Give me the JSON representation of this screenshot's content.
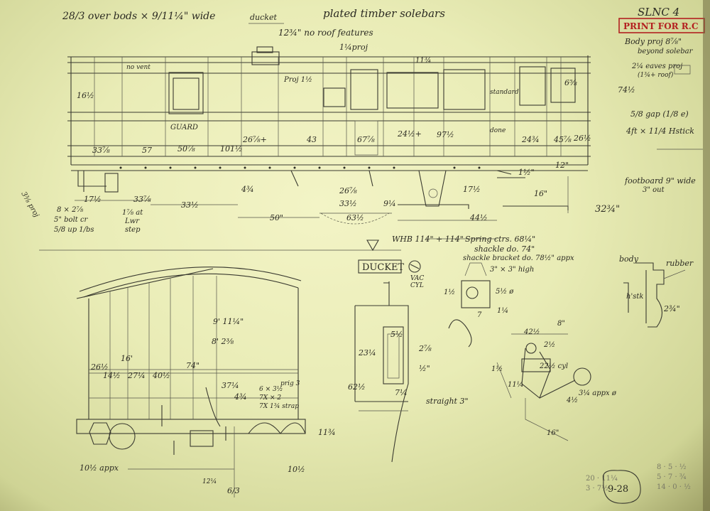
{
  "header": {
    "top_left": "28/3 over bods × 9/11¼\" wide",
    "ducket": "ducket",
    "title": "plated timber solebars",
    "ducket_note": "12¾\" no roof features",
    "code": "SLNC 4",
    "stamp": "PRINT FOR R.C"
  },
  "right_notes": {
    "body_proj": "Body proj 8⅞\"",
    "beyond": "beyond solebar",
    "eaves": "2¼ eaves proj",
    "eaves2": "(1¾+ roof)",
    "gap": "5/8 gap (1/8 e)",
    "handrail": "4ft × 11/4 Hstick",
    "footboard": "footboard 9\" wide",
    "footboard2": "3\" out",
    "height": "32¾\""
  },
  "side": {
    "no_vent": "no vent",
    "guard": "GUARD",
    "proj1": "1¼proj",
    "proj2": "Proj 1½",
    "standard": "standard",
    "done": "done",
    "dims": [
      "16½",
      "33⅞",
      "57",
      "50⅞",
      "101½",
      "26⅞+",
      "43",
      "67⅞",
      "24½+",
      "97½",
      "24¾",
      "45⅞",
      "26½",
      "6⅝",
      "11¾",
      "74½",
      "3⅜ proj",
      "17½",
      "33⅞",
      "33½",
      "50\"",
      "4¾",
      "26⅞",
      "33½",
      "63½",
      "9¼",
      "44½",
      "17½",
      "12\"",
      "16\"",
      "1½\""
    ]
  },
  "notes_left": {
    "bolt": "8 × 2⅞",
    "bolt2": "5\" bolt cr",
    "bolt3": "5/8 up 1/bs",
    "step": "1⅞ at",
    "step2": "Lwr",
    "step3": "step"
  },
  "wheel_note": {
    "wb": "WHB 114\" + 114\"",
    "spring": "Spring ctrs. 68¼\"",
    "shackle": "shackle do. 74\"",
    "bracket": "shackle bracket do. 78½\" appx"
  },
  "end": {
    "dims": [
      "9' 11¼\"",
      "8' 2⅜",
      "16'",
      "26½",
      "14½",
      "27¼",
      "40½",
      "74\"",
      "37¼",
      "4¾",
      "10½ appx",
      "6 × 3½",
      "7X × 2",
      "7X 1¾ strap",
      "prig 3",
      "11¾",
      "6/3",
      "12¼",
      "10½"
    ]
  },
  "ducket": {
    "label": "DUCKET",
    "dims": [
      "23¼",
      "5½",
      "2⅞",
      "62½",
      "7¼",
      "½\"",
      "straight 3\""
    ]
  },
  "lamp": {
    "note": "3\" × 3\" high",
    "vac": "VAC",
    "cyl": "CYL",
    "dims": [
      "5½ ø",
      "7",
      "1¼",
      "1½"
    ]
  },
  "rubber": {
    "body": "body",
    "rubber": "rubber",
    "hstk": "h'stk",
    "dim": "2¾\""
  },
  "brake": {
    "dims": [
      "42½",
      "8\"",
      "2½",
      "22½ cyl",
      "11¼",
      "4½",
      "16\"",
      "3¼ appx ø",
      "1½"
    ]
  },
  "page_number": "9-28"
}
